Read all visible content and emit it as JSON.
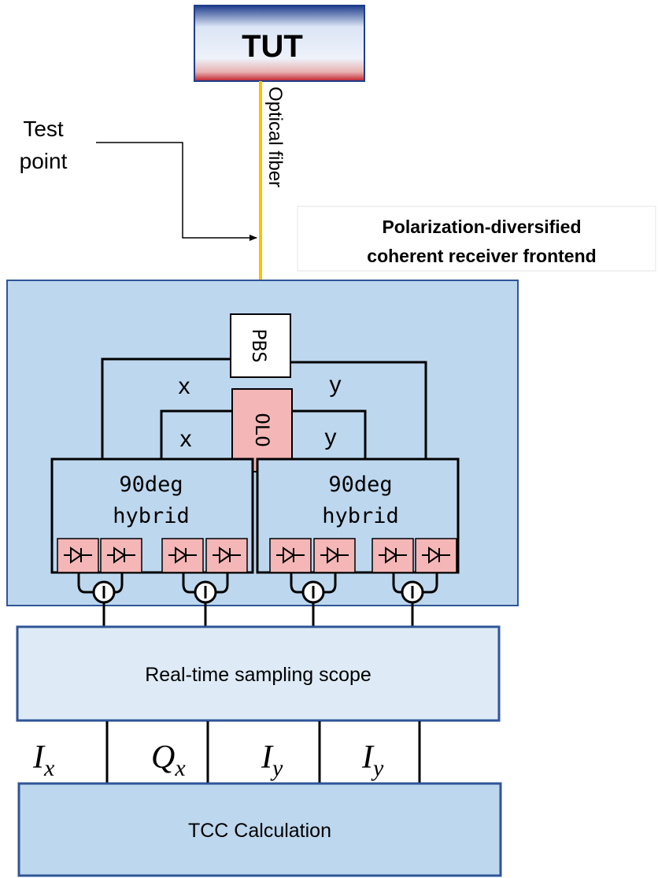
{
  "source": {
    "label": "TUT"
  },
  "fiber": {
    "label": "Optical fiber"
  },
  "test_point": {
    "line1": "Test",
    "line2": "point"
  },
  "frontend": {
    "line1": "Polarization-diversified",
    "line2": "coherent receiver frontend"
  },
  "pbs": {
    "label": "PBS"
  },
  "olo": {
    "label": "OLO"
  },
  "branches": {
    "x_outer": "x",
    "y_outer": "y",
    "x_inner": "x",
    "y_inner": "y"
  },
  "hybrid_left": {
    "line1": "90deg",
    "line2": "hybrid"
  },
  "hybrid_right": {
    "line1": "90deg",
    "line2": "hybrid"
  },
  "scope": {
    "label": "Real-time sampling scope"
  },
  "outputs": [
    {
      "sym": "I",
      "sub": "x"
    },
    {
      "sym": "Q",
      "sub": "x"
    },
    {
      "sym": "I",
      "sub": "y"
    },
    {
      "sym": "I",
      "sub": "y"
    }
  ],
  "tcc": {
    "label": "TCC Calculation"
  },
  "colors": {
    "frontend_fill": "#bdd7ee",
    "box_fill": "#deebf7",
    "box_stroke": "#2f5597",
    "pink": "#f4b6b6",
    "fiber": "#ffc000"
  }
}
